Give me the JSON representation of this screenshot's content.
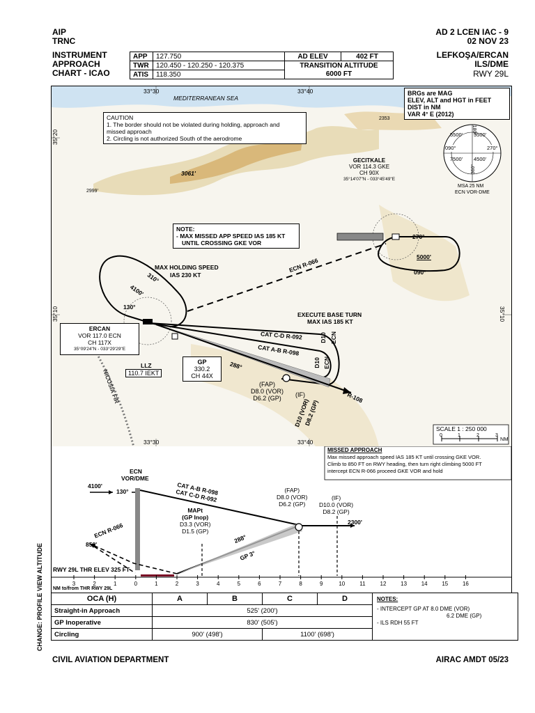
{
  "header": {
    "aip": "AIP",
    "state": "TRNC",
    "doc_code": "AD 2 LCEN IAC - 9",
    "date": "02 NOV 23",
    "chart_type_lines": [
      "INSTRUMENT",
      "APPROACH",
      "CHART - ICAO"
    ],
    "freqs": [
      {
        "label": "APP",
        "value": "127.750"
      },
      {
        "label": "TWR",
        "value": "120.450 - 120.250 - 120.375"
      },
      {
        "label": "ATIS",
        "value": "118.350"
      }
    ],
    "ad_elev_label": "AD ELEV",
    "ad_elev_value": "402 FT",
    "trans_alt_label": "TRANSITION ALTITUDE",
    "trans_alt_value": "6000 FT",
    "aerodrome": "LEFKOŞA/ERCAN",
    "procedure": "ILS/DME",
    "runway": "RWY 29L"
  },
  "plan": {
    "sea_label": "MEDITERRANEAN SEA",
    "lon_left": "33°30",
    "lon_right": "33°40",
    "lat_top": "35°20",
    "lat_mid": "35°10",
    "info_lines": [
      "BRGs are MAG",
      "ELEV, ALT and HGT in FEET",
      "DIST in NM",
      "VAR 4° E (2012)"
    ],
    "caution_title": "CAUTION",
    "caution_lines": [
      "1. The border should not be violated during holding, approach and",
      "missed approach",
      "2. Circling is not authorized South of the aerodrome"
    ],
    "msa": {
      "s1": "5500'",
      "s2": "5500'",
      "s3": "7500'",
      "s4": "4500'",
      "b090": "090°",
      "b180": "180°",
      "b270": "270°",
      "b360": "360°",
      "caption1": "MSA 25 NM",
      "caption2": "ECN VOR-DME"
    },
    "spot_2353": "2353",
    "spot_3061": "3061'",
    "spot_2999": "2999'",
    "gecitkale": {
      "name": "GECITKALE",
      "freq": "VOR 114.3 GKE",
      "ch": "CH 90X",
      "coord": "35°14'07\"N - 033°45'49\"E"
    },
    "hold_270": "270°",
    "hold_090": "090°",
    "hold_alt": "5000'",
    "note_title": "NOTE:",
    "note_lines": [
      "- MAX MISSED APP SPEED IAS 185 KT",
      "UNTIL CROSSING GKE VOR"
    ],
    "max_hold_1": "MAX HOLDING SPEED",
    "max_hold_2": "IAS 230 KT",
    "hold_310": "310°",
    "hold_4100": "4100'",
    "hold_130": "130°",
    "ecn_r066": "ECN R-066",
    "execute_1": "EXECUTE BASE TURN",
    "execute_2": "MAX IAS 185 KT",
    "cat_cd": "CAT C-D R-092",
    "cat_ab": "CAT A-B R-098",
    "d10_ecn_a": "D10",
    "d10_ecn_b": "ECN",
    "ercan": {
      "name": "ERCAN",
      "freq": "VOR 117.0 ECN",
      "ch": "CH 117X",
      "coord": "35°09'24\"N - 033°29'29\"E"
    },
    "llz_label": "LLZ",
    "llz_value": "110.7 IEKT",
    "gp": {
      "title": "GP",
      "freq": "330.2",
      "ch": "CH 44X"
    },
    "crs_288": "288°",
    "fap": {
      "title": "(FAP)",
      "vor": "D8.0 (VOR)",
      "gp": "D6.2 (GP)"
    },
    "if": {
      "title": "(IF)",
      "vor": "D10 (VOR)",
      "gp": "D8.2 (GP)"
    },
    "r108": "R-108",
    "fir": "NICOSIA FIR",
    "scale_title": "SCALE 1 : 250 000",
    "scale_ticks": [
      "0",
      "1",
      "2",
      "3"
    ],
    "scale_unit": "NM"
  },
  "profile": {
    "missed_title": "MISSED APPROACH",
    "missed_lines": [
      "Max missed approach speed IAS 185 KT until crossing GKE VOR.",
      "Climb to 850 FT on RWY heading, then turn right climbing 5000 FT",
      "intercept ECN R-066 proceed GKE VOR and hold"
    ],
    "side_label": "CHANGE: PROFILE VIEW ALTITUDE",
    "ecn_1": "ECN",
    "ecn_2": "VOR/DME",
    "alt_4100": "4100'",
    "crs_130": "130°",
    "cat_ab": "CAT A-B R-098",
    "cat_cd": "CAT C-D R-092",
    "fap": {
      "title": "(FAP)",
      "vor": "D8.0 (VOR)",
      "gp": "D6.2 (GP)"
    },
    "if": {
      "title": "(IF)",
      "vor": "D10.0 (VOR)",
      "gp": "D8.2 (GP)"
    },
    "alt_2300": "2300'",
    "mapt": {
      "title": "MAPt",
      "sub": "(GP Inop)",
      "vor": "D3.3 (VOR)",
      "gp": "D1.5 (GP)"
    },
    "ecn_r066": "ECN R-066",
    "alt_850": "850'",
    "crs_288": "288°",
    "gp_angle": "GP 3°",
    "thr": "RWY 29L THR ELEV 325 FT",
    "nm_label": "NM to/from THR RWY 29L",
    "scale_numbers": [
      "3",
      "2",
      "1",
      "0",
      "1",
      "2",
      "3",
      "4",
      "5",
      "6",
      "7",
      "8",
      "9",
      "10",
      "11",
      "12",
      "13",
      "14",
      "15",
      "16"
    ]
  },
  "oca": {
    "header": "OCA (H)",
    "cats": [
      "A",
      "B",
      "C",
      "D"
    ],
    "rows": [
      {
        "label": "Straight-in Approach",
        "v1": "525' (200')"
      },
      {
        "label": "GP Inoperative",
        "v1": "830' (505')"
      },
      {
        "label": "Circling",
        "v1": "900' (498')",
        "v2": "1100' (698')"
      }
    ],
    "notes_title": "NOTES:",
    "notes": [
      "- INTERCEPT GP AT 8.0 DME (VOR)",
      "6.2 DME (GP)",
      "- ILS RDH 55 FT"
    ]
  },
  "footer": {
    "left": "CIVIL AVIATION DEPARTMENT",
    "right": "AIRAC AMDT 05/23"
  }
}
